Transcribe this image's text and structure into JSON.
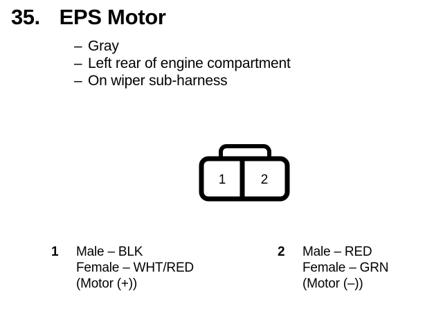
{
  "page": {
    "background_color": "#ffffff",
    "ink_color": "#000000"
  },
  "header": {
    "number": "35.",
    "title": "EPS Motor"
  },
  "notes": {
    "dash": "–",
    "items": [
      "Gray",
      "Left rear of engine compartment",
      "On wiper sub-harness"
    ]
  },
  "connector": {
    "name": "two-pin-connector",
    "cavities": [
      {
        "label": "1"
      },
      {
        "label": "2"
      }
    ],
    "has_latch_tab": true
  },
  "pins": [
    {
      "number": "1",
      "lines": [
        "Male – BLK",
        "Female – WHT/RED",
        "(Motor (+))"
      ]
    },
    {
      "number": "2",
      "lines": [
        "Male – RED",
        "Female – GRN",
        "(Motor (–))"
      ]
    }
  ]
}
